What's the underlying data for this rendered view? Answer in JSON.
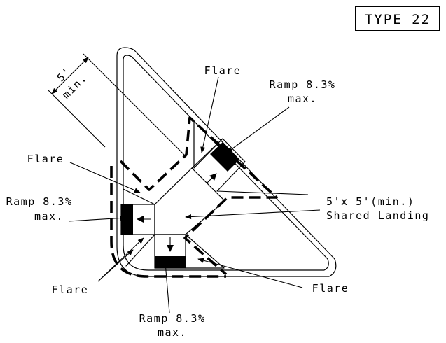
{
  "type_label": "TYPE 22",
  "dimension": {
    "value": "5'",
    "qualifier": "min."
  },
  "labels": {
    "flare_top": "Flare",
    "ramp_top_line1": "Ramp 8.3%",
    "ramp_top_line2": "max.",
    "flare_left": "Flare",
    "ramp_left_line1": "Ramp 8.3%",
    "ramp_left_line2": "max.",
    "landing_line1": "5'x 5'(min.)",
    "landing_line2": "Shared Landing",
    "flare_bottom_left": "Flare",
    "flare_bottom_right": "Flare",
    "ramp_bottom_line1": "Ramp 8.3%",
    "ramp_bottom_line2": "max."
  }
}
